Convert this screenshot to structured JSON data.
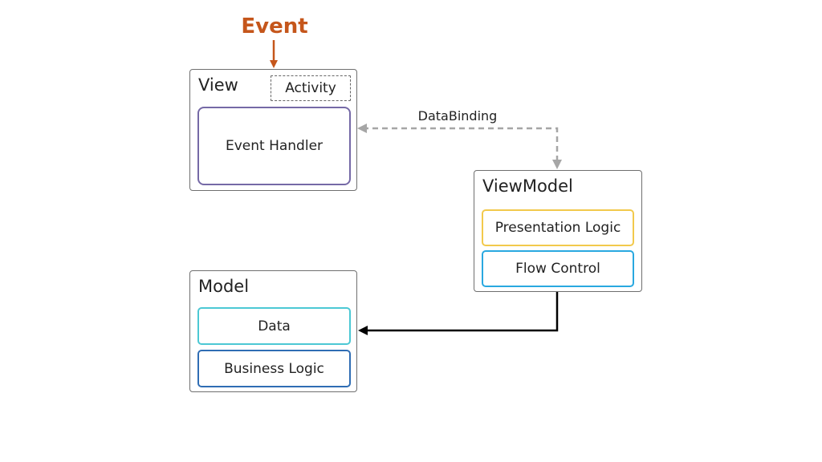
{
  "event": {
    "label": "Event"
  },
  "view": {
    "title": "View",
    "activity_label": "Activity",
    "event_handler_label": "Event Handler"
  },
  "databinding": {
    "label": "DataBinding"
  },
  "viewmodel": {
    "title": "ViewModel",
    "presentation_logic_label": "Presentation Logic",
    "flow_control_label": "Flow Control"
  },
  "model": {
    "title": "Model",
    "data_label": "Data",
    "business_logic_label": "Business Logic"
  },
  "colors": {
    "event": "#c5561b",
    "databinding_arrow": "#a6a6a6",
    "flow_arrow": "#000000",
    "event_handler_border": "#7569a6",
    "presentation_border": "#f2c94c",
    "flow_control_border": "#29a8e0",
    "data_border": "#4cc8d4",
    "business_logic_border": "#2f6db4"
  }
}
